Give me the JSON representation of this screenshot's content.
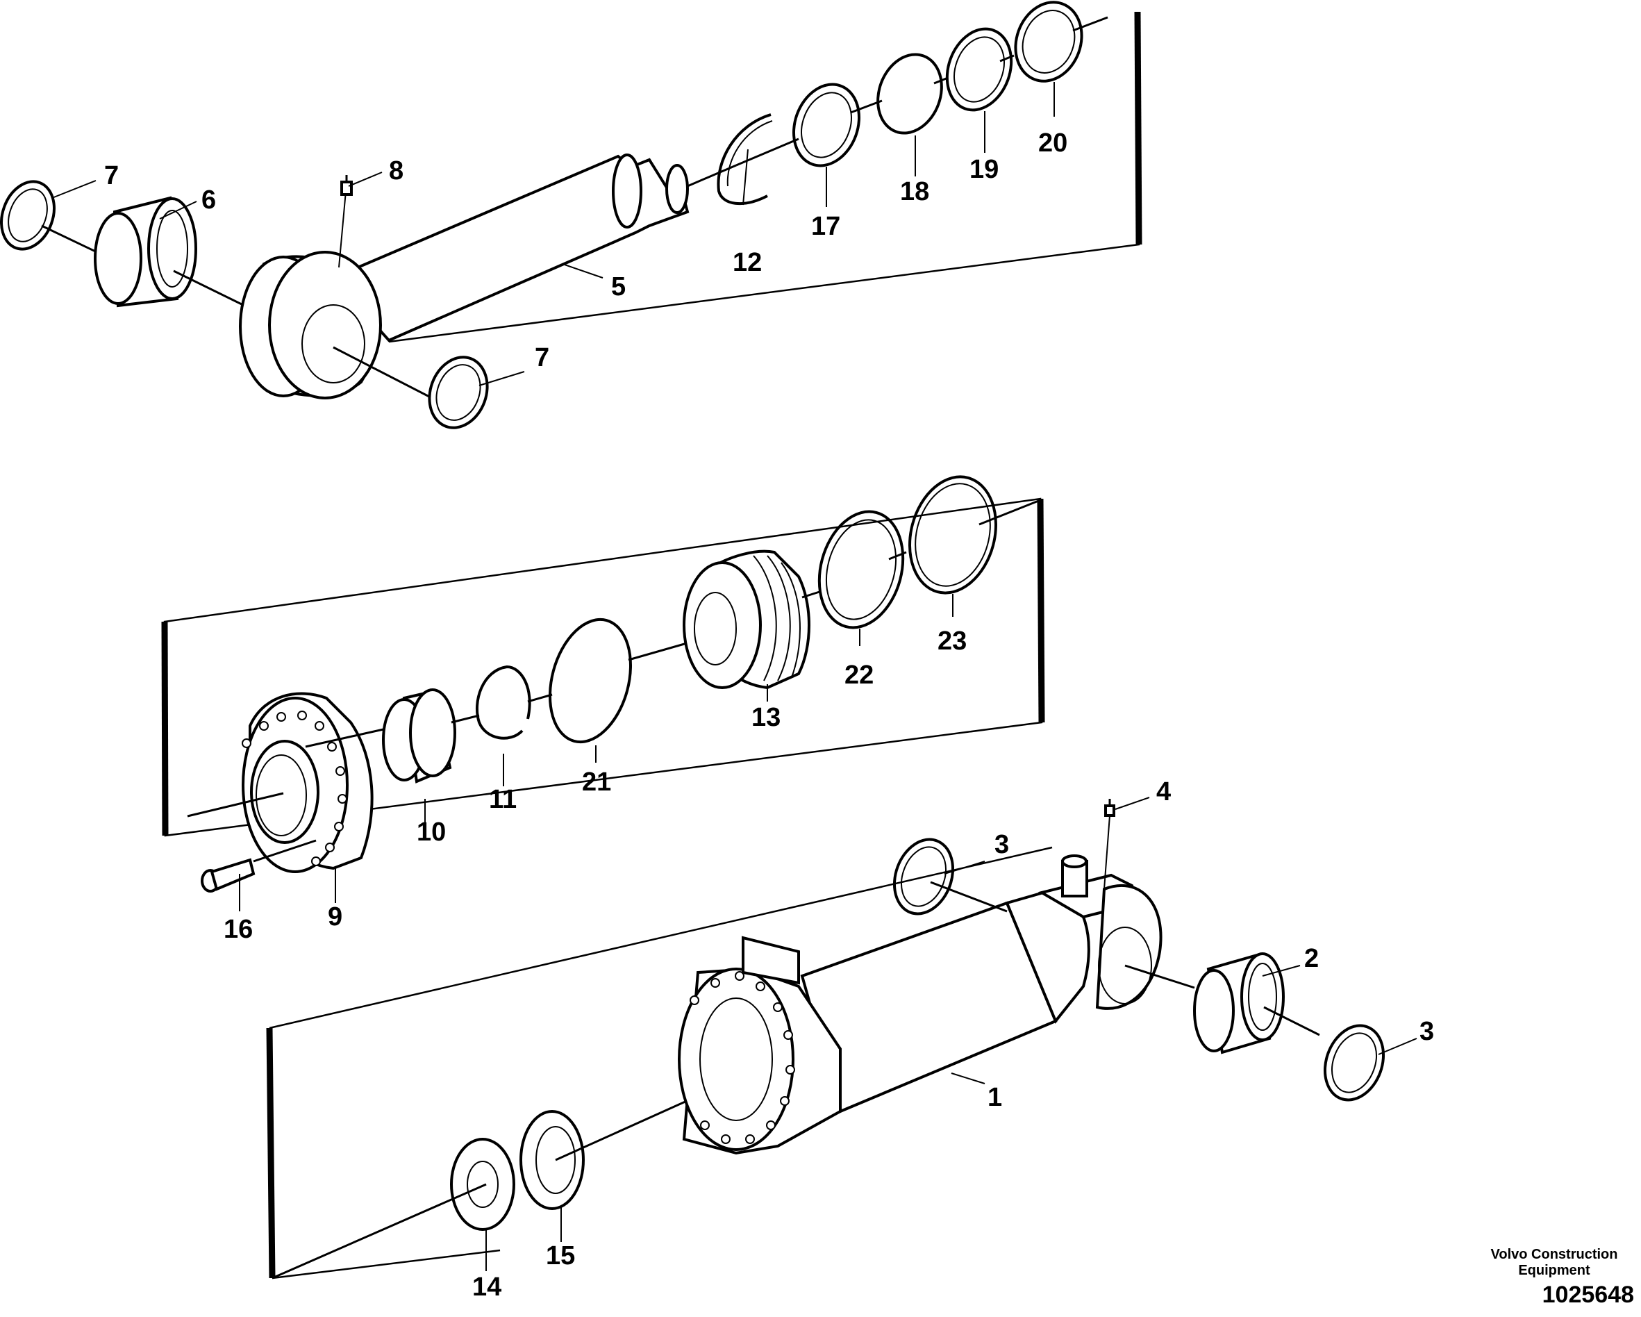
{
  "callouts": [
    "1",
    "2",
    "3",
    "3",
    "4",
    "5",
    "6",
    "7",
    "7",
    "8",
    "9",
    "10",
    "11",
    "12",
    "13",
    "14",
    "15",
    "16",
    "17",
    "18",
    "19",
    "20",
    "21",
    "22",
    "23"
  ],
  "footer": {
    "brand_line1": "Volvo Construction",
    "brand_line2": "Equipment",
    "drawing_number": "1025648"
  }
}
